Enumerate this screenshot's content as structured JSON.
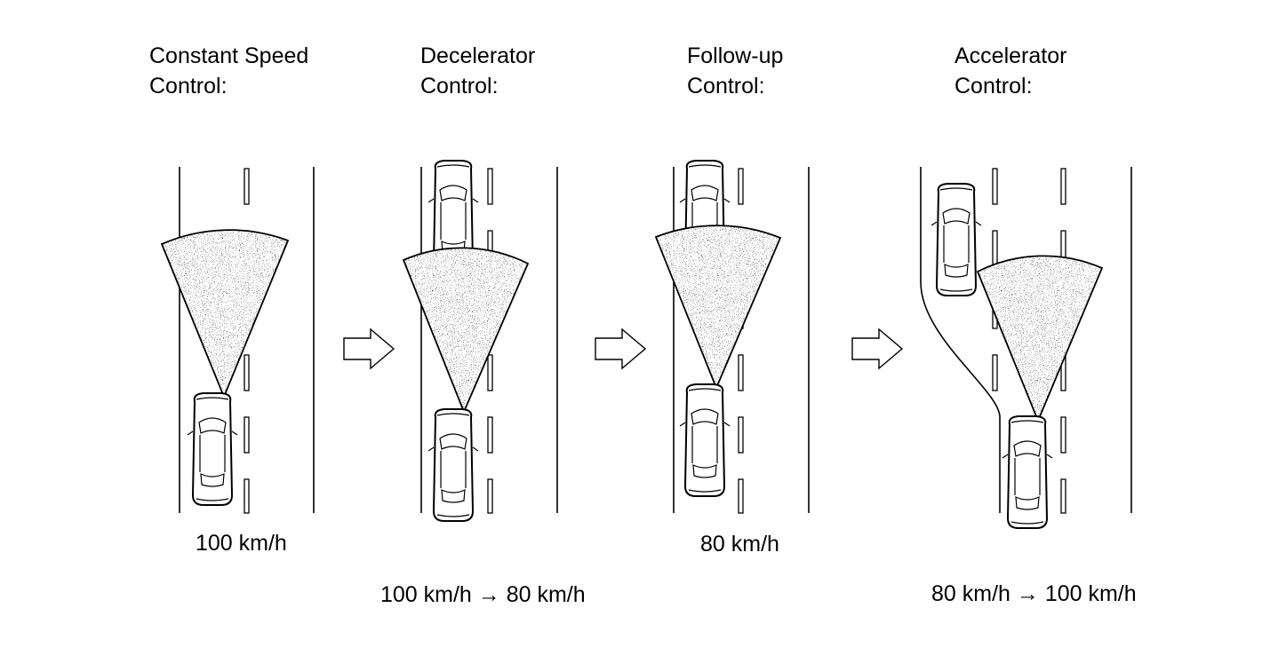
{
  "panels": [
    {
      "title_line1": "Constant Speed",
      "title_line2": "Control:",
      "speed": "100 km/h"
    },
    {
      "title_line1": "Decelerator",
      "title_line2": "Control:",
      "speed": "100 km/h → 80 km/h"
    },
    {
      "title_line1": "Follow-up",
      "title_line2": "Control:",
      "speed": "80 km/h"
    },
    {
      "title_line1": "Accelerator",
      "title_line2": "Control:",
      "speed": "80 km/h → 100 km/h"
    }
  ],
  "icons": {
    "car": "car-top-view-icon",
    "arrow": "right-hollow-arrow-icon",
    "sensor": "radar-detection-sector"
  },
  "colors": {
    "line": "#000000",
    "background": "#ffffff"
  }
}
